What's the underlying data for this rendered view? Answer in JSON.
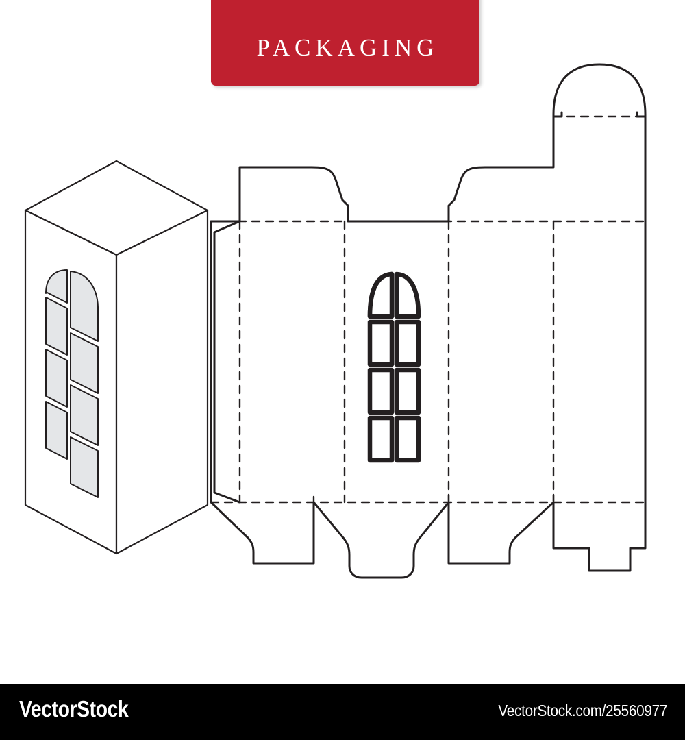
{
  "banner": {
    "label": "PACKAGING",
    "background_color": "#bf202f",
    "text_color": "#ffffff"
  },
  "footer": {
    "brand": "VectorStock",
    "url": "VectorStock.com/25560977",
    "background_color": "#000000",
    "text_color": "#ffffff"
  },
  "artwork": {
    "title": "Packaging box die cut template with window",
    "stroke_color": "#231f20",
    "fold_line_color": "#231f20",
    "window_glass_color": "#e4e6e8",
    "background_color": "#ffffff",
    "mockup": {
      "name": "isometric-box-mockup",
      "description": "3D isometric tall rectangular box with arched window cut-out",
      "window_panes": 8,
      "window_columns": 2,
      "window_rows": 4
    },
    "dieline": {
      "name": "dieline-flat-layout",
      "description": "Flat unfolded die-cut layout with glue flap, four panels, top tuck flaps, rounded top closure panel and bottom lock flaps",
      "panel_count": 4,
      "window_panes": 8,
      "window_columns": 2,
      "window_rows": 4,
      "fold_lines": "dashed",
      "cut_lines": "solid"
    }
  }
}
